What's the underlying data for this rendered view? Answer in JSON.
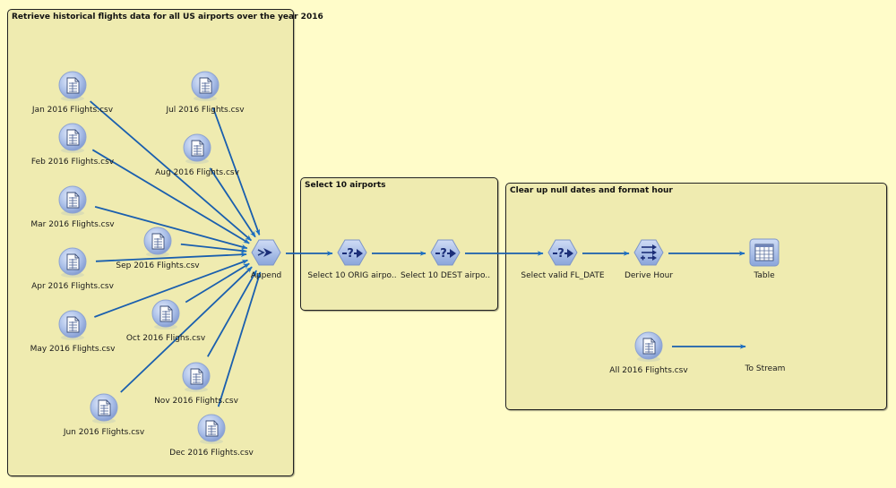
{
  "canvas": {
    "background_color": "#fffcc9",
    "supernode_color": "#efebb0",
    "link_color": "#1a5fae"
  },
  "supernodes": [
    {
      "id": "retrieve",
      "title": "Retrieve historical flights data for all US airports over the year 2016"
    },
    {
      "id": "select",
      "title": "Select 10 airports"
    },
    {
      "id": "clean",
      "title": "Clear up null dates and format hour"
    }
  ],
  "nodes": {
    "jan": {
      "label": "Jan 2016 Flights.csv",
      "type": "source-file"
    },
    "feb": {
      "label": "Feb 2016 Flights.csv",
      "type": "source-file"
    },
    "mar": {
      "label": "Mar 2016 Flights.csv",
      "type": "source-file"
    },
    "apr": {
      "label": "Apr 2016 Flights.csv",
      "type": "source-file"
    },
    "may": {
      "label": "May 2016 Flights.csv",
      "type": "source-file"
    },
    "jun": {
      "label": "Jun 2016 Flights.csv",
      "type": "source-file"
    },
    "jul": {
      "label": "Jul 2016 Flights.csv",
      "type": "source-file"
    },
    "aug": {
      "label": "Aug 2016 Flights.csv",
      "type": "source-file"
    },
    "sep": {
      "label": "Sep 2016 Flights.csv",
      "type": "source-file"
    },
    "oct": {
      "label": "Oct 2016 Flighs.csv",
      "type": "source-file"
    },
    "nov": {
      "label": "Nov 2016 Flights.csv",
      "type": "source-file"
    },
    "dec": {
      "label": "Dec 2016 Flights.csv",
      "type": "source-file"
    },
    "append": {
      "label": "Append",
      "type": "append"
    },
    "orig": {
      "label": "Select 10 ORIG airpo..",
      "type": "select"
    },
    "dest": {
      "label": "Select 10 DEST airpo..",
      "type": "select"
    },
    "valid": {
      "label": "Select valid FL_DATE",
      "type": "select"
    },
    "derive": {
      "label": "Derive Hour",
      "type": "derive"
    },
    "table": {
      "label": "Table",
      "type": "table-output"
    },
    "all": {
      "label": "All 2016 Flights.csv",
      "type": "source-file"
    },
    "tostream": {
      "label": "To Stream",
      "type": "supernode-output"
    }
  },
  "links": [
    [
      "jan",
      "append"
    ],
    [
      "feb",
      "append"
    ],
    [
      "mar",
      "append"
    ],
    [
      "apr",
      "append"
    ],
    [
      "may",
      "append"
    ],
    [
      "jun",
      "append"
    ],
    [
      "jul",
      "append"
    ],
    [
      "aug",
      "append"
    ],
    [
      "sep",
      "append"
    ],
    [
      "oct",
      "append"
    ],
    [
      "nov",
      "append"
    ],
    [
      "dec",
      "append"
    ],
    [
      "append",
      "orig"
    ],
    [
      "orig",
      "dest"
    ],
    [
      "dest",
      "valid"
    ],
    [
      "valid",
      "derive"
    ],
    [
      "derive",
      "table"
    ],
    [
      "all",
      "tostream"
    ]
  ]
}
